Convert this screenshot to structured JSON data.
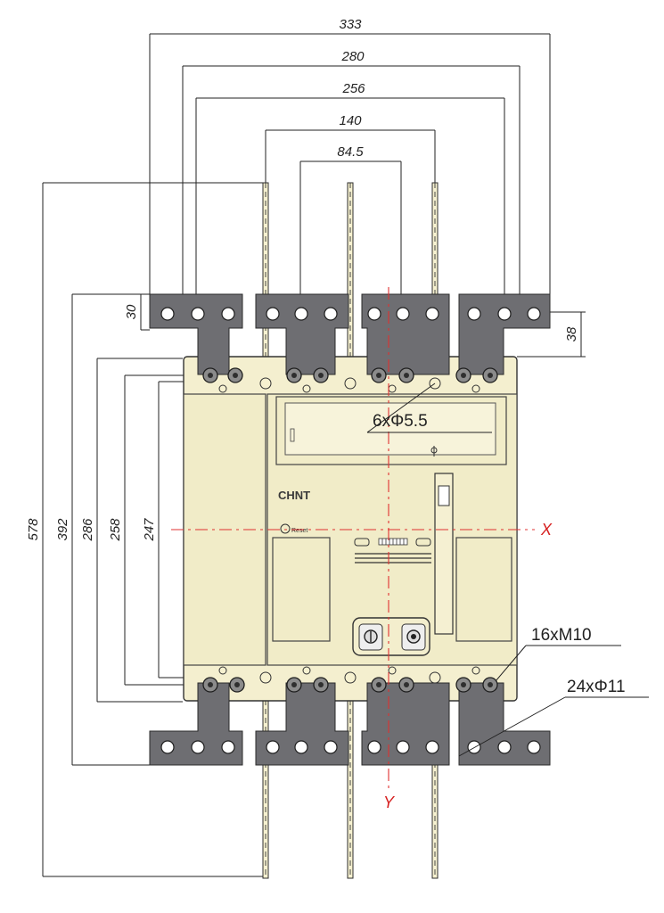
{
  "drawing": {
    "brand_logo": "CHNT",
    "reset_label": "Reset",
    "axis_x": "X",
    "axis_y": "Y",
    "dims_top": [
      "333",
      "280",
      "256",
      "140",
      "84.5"
    ],
    "dims_left": [
      "578",
      "392",
      "286",
      "258",
      "247"
    ],
    "dim_slot_top": "30",
    "dim_slot_right": "38",
    "callout_holes_small": "6xΦ5.5",
    "callout_bolts": "16xM10",
    "callout_holes_large": "24xΦ11"
  }
}
